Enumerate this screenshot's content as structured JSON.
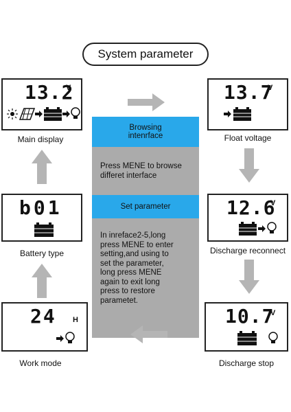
{
  "title": "System parameter",
  "center": {
    "browsing_label": "Browsing\nintenrface",
    "browsing_text": "Press MENE to browse\ndifferet interface",
    "set_label": "Set parameter",
    "set_text": "In inreface2-5,long\npress MENE to enter\nsetting,and using to\nset the parameter,\nlong press MENE\nagain to exit long\npress to restore\nparametet."
  },
  "screens": {
    "main_display": {
      "reading": "13.2",
      "unit": "V",
      "caption": "Main display"
    },
    "float_voltage": {
      "reading": "13.7",
      "unit": "V",
      "caption": "Float voltage"
    },
    "battery_type": {
      "reading": "b01",
      "unit": "",
      "caption": "Battery type"
    },
    "discharge_reconnect": {
      "reading": "12.6",
      "unit": "V",
      "caption": "Discharge reconnect"
    },
    "work_mode": {
      "reading": "24",
      "unit": "H",
      "caption": "Work mode"
    },
    "discharge_stop": {
      "reading": "10.7",
      "unit": "V",
      "caption": "Discharge stop"
    }
  },
  "colors": {
    "band": "#29a8ea",
    "panel": "#ababab",
    "arrow": "#b5b5b5"
  }
}
